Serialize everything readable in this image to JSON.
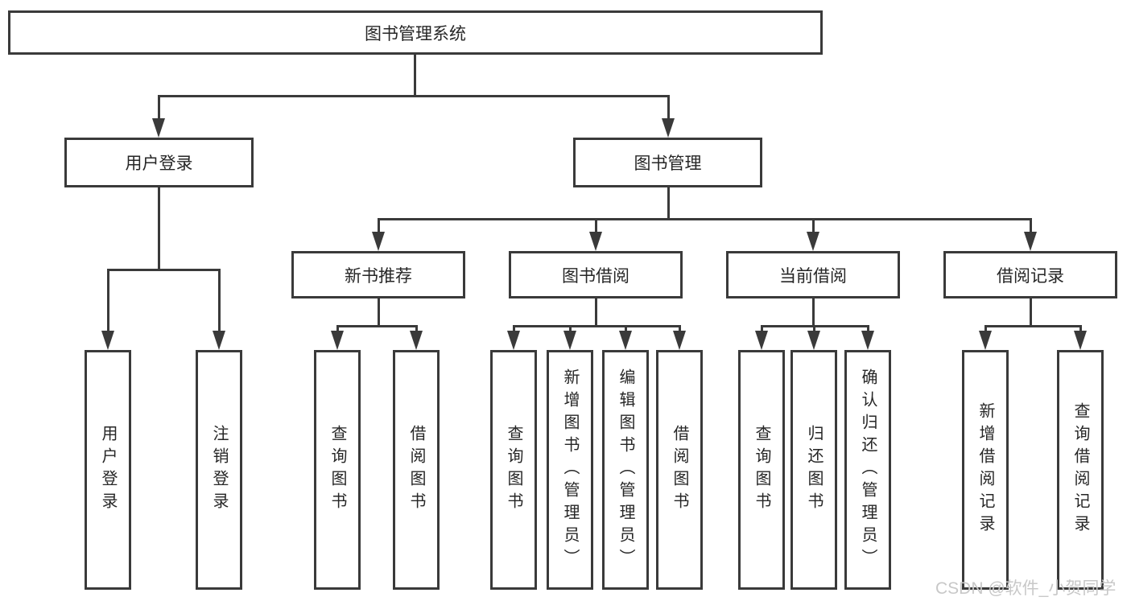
{
  "colors": {
    "line": "#3a3a3a",
    "box_text": "#262626",
    "watermark": "#c8c8c8",
    "background": "#ffffff"
  },
  "watermark": {
    "text": "CSDN @软件_小贺同学"
  },
  "diagram": {
    "root": {
      "label": "图书管理系统"
    },
    "level2": [
      {
        "label": "用户登录",
        "children": [
          {
            "label": "用户登录"
          },
          {
            "label": "注销登录"
          }
        ]
      },
      {
        "label": "图书管理",
        "children": [
          {
            "label": "新书推荐",
            "children": [
              {
                "label": "查询图书"
              },
              {
                "label": "借阅图书"
              }
            ]
          },
          {
            "label": "图书借阅",
            "children": [
              {
                "label": "查询图书"
              },
              {
                "label": "新增图书（管理员）"
              },
              {
                "label": "编辑图书（管理员）"
              },
              {
                "label": "借阅图书"
              }
            ]
          },
          {
            "label": "当前借阅",
            "children": [
              {
                "label": "查询图书"
              },
              {
                "label": "归还图书"
              },
              {
                "label": "确认归还（管理员）"
              }
            ]
          },
          {
            "label": "借阅记录",
            "children": [
              {
                "label": "新增借阅记录"
              },
              {
                "label": "查询借阅记录"
              }
            ]
          }
        ]
      }
    ]
  }
}
